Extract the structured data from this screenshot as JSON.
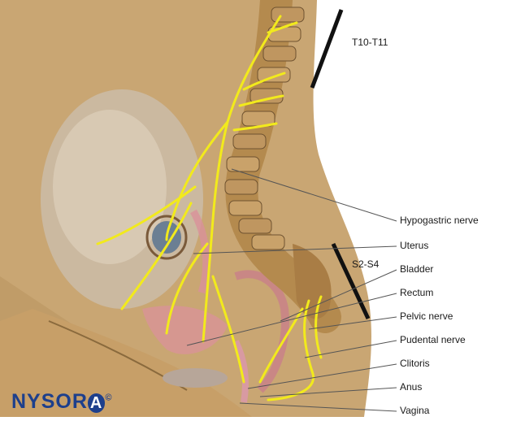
{
  "segments": {
    "upper": "T10-T11",
    "lower": "S2-S4"
  },
  "labels": [
    "Hypogastric nerve",
    "Uterus",
    "Bladder",
    "Rectum",
    "Pelvic nerve",
    "Pudental nerve",
    "Clitoris",
    "Anus",
    "Vagina"
  ],
  "logo": {
    "pre": "NYSOR",
    "ring": "A",
    "mark": "©"
  },
  "colors": {
    "skin": "#c9a673",
    "fetus": "#cbb9a0",
    "nerve": "#f2ea1c",
    "bone": "#b48a4e",
    "tissue": "#d9919a",
    "leader": "#555555",
    "bar": "#111111",
    "brand": "#1d3f8c"
  }
}
